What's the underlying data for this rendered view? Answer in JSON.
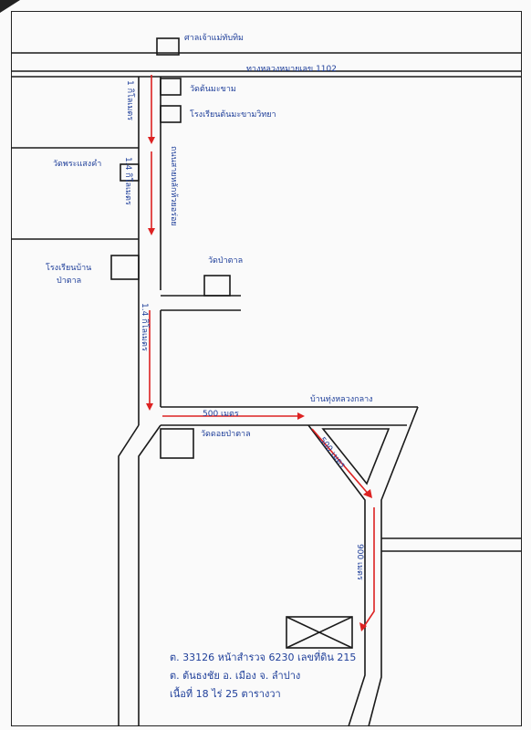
{
  "map": {
    "top_landmark": "ศาลเจ้าแม่ทับทิม",
    "highway": "ทางหลวงหมายเลข 1102",
    "labels": {
      "wat_1": "วัดต้นมะขาม",
      "school_1": "โรงเรียนต้นมะขามวิทยา",
      "seg_1": "1 กิโลเมตร",
      "wat_2": "วัดพระแสงคำ",
      "seg_2": "1.4 กิโลเมตร",
      "road_name": "ถนนสายหลักห้วยอร่อย",
      "school_2_line1": "โรงเรียนบ้าน",
      "school_2_line2": "ป่าตาล",
      "wat_3": "วัดป่าตาล",
      "seg_3": "1.4 กิโลเมตร",
      "village": "บ้านทุ่งหลวงกลาง",
      "seg_4": "500 เมตร",
      "wat_4": "วัดดอยป่าตาล",
      "seg_5": "500 เมตร",
      "seg_6": "900 เมตร"
    },
    "note": {
      "line1": "ต. 33126 หน้าสำรวจ 6230 เลขที่ดิน 215",
      "line2": "ต. ต้นธงชัย อ. เมือง จ. ลำปาง",
      "line3": "เนื้อที่ 18 ไร่ 25 ตารางวา"
    },
    "colors": {
      "ink": "#1f3f9a",
      "route": "#dd2222"
    }
  }
}
